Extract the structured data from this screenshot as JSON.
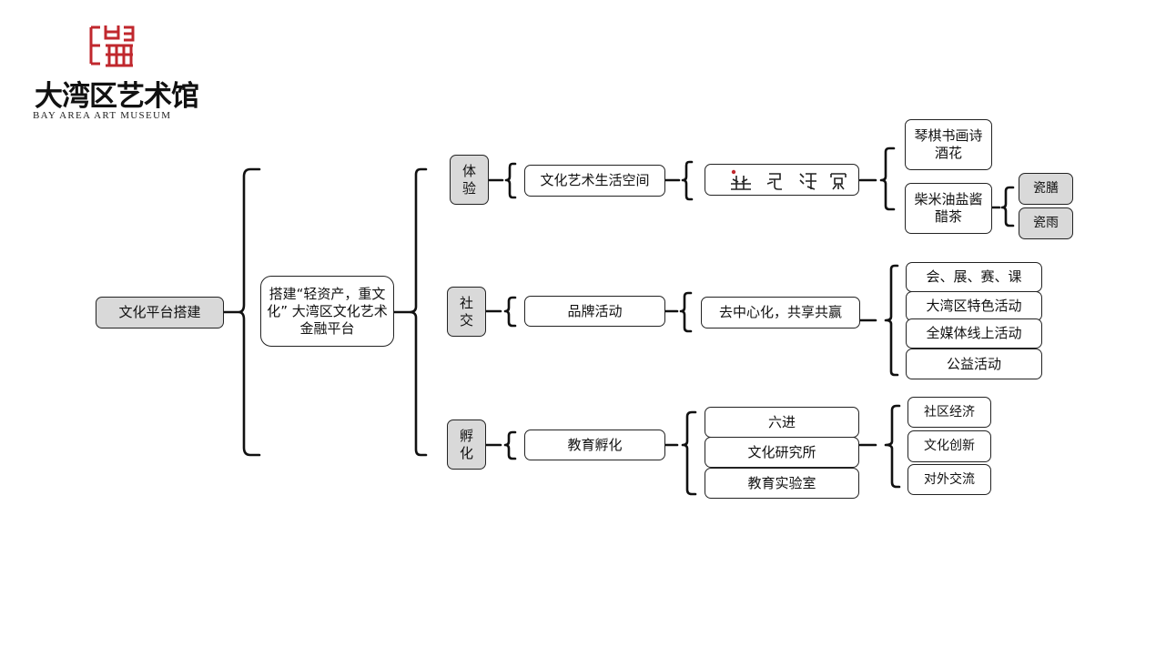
{
  "logo": {
    "seal_char": "湾",
    "name_cn": "大湾区艺术馆",
    "name_en": "BAY   AREA ART MUSEUM"
  },
  "diagram": {
    "root": "文化平台搭建",
    "platform": "搭建“轻资产，重文化” 大湾区文化艺术金融平台",
    "pillars": [
      {
        "label": "体验",
        "item": "文化艺术生活空间",
        "leaves": [
          {
            "label": "琴棋书画诗酒花"
          },
          {
            "label": "柴米油盐酱醋茶",
            "children": [
              "瓷膳",
              "瓷雨"
            ]
          }
        ]
      },
      {
        "label": "社交",
        "item": "品牌活动",
        "sub": "去中心化，共享共赢",
        "leaves": [
          "会、展、赛、课",
          "大湾区特色活动",
          "全媒体线上活动",
          "公益活动"
        ]
      },
      {
        "label": "孵化",
        "item": "教育孵化",
        "subs": [
          "六进",
          "文化研究所",
          "教育实验室"
        ],
        "leaves": [
          "社区经济",
          "文化创新",
          "对外交流"
        ]
      }
    ]
  },
  "colors": {
    "seal_red": "#c0272d",
    "node_gray": "#d9d9d9",
    "line": "#111111"
  },
  "icons": [
    "seal-logo-icon",
    "seal-script-strip-icon"
  ]
}
